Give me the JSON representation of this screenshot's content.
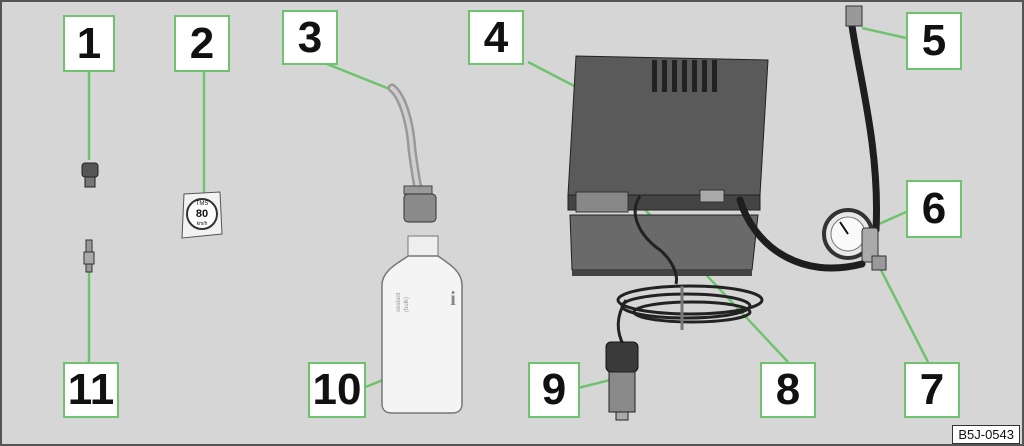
{
  "callouts": [
    {
      "id": "1",
      "label": "1"
    },
    {
      "id": "2",
      "label": "2"
    },
    {
      "id": "3",
      "label": "3"
    },
    {
      "id": "4",
      "label": "4"
    },
    {
      "id": "5",
      "label": "5"
    },
    {
      "id": "6",
      "label": "6"
    },
    {
      "id": "7",
      "label": "7"
    },
    {
      "id": "8",
      "label": "8"
    },
    {
      "id": "9",
      "label": "9"
    },
    {
      "id": "10",
      "label": "10"
    },
    {
      "id": "11",
      "label": "11"
    }
  ],
  "sticker": {
    "top": "TMS",
    "speed": "80",
    "unit": "km/h"
  },
  "bottle": {
    "mark": "i",
    "text_line1": "sealant",
    "text_line2": "(bulk)"
  },
  "figure_code": "B5J-0543",
  "colors": {
    "background": "#d6d6d6",
    "callout_border": "#6fc36f",
    "leader": "#6fc36f",
    "device": "#555555",
    "hose": "#2a2a2a"
  }
}
